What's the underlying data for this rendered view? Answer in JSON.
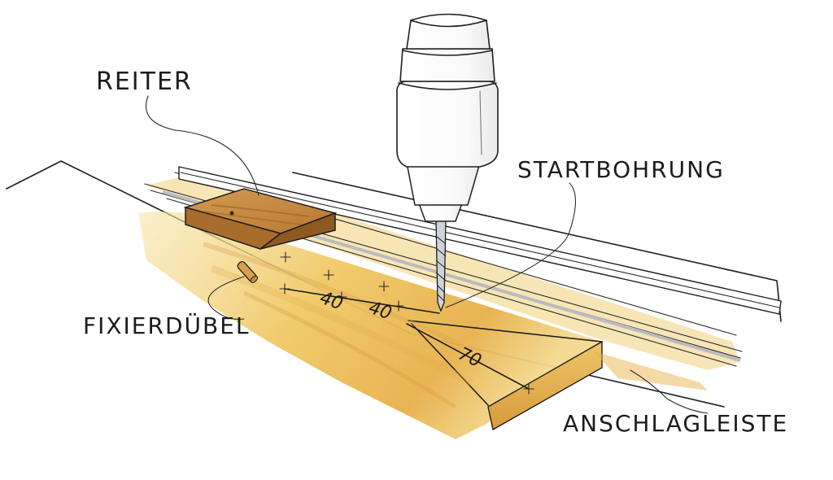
{
  "labels": {
    "reiter": "REITER",
    "startbohrung": "STARTBOHRUNG",
    "fixierduebel": "FIXIERDÜBEL",
    "anschlagleiste": "ANSCHLAGLEISTE"
  },
  "dimensions": [
    "40",
    "40",
    "70"
  ],
  "colors": {
    "wood_light": "#f3d98f",
    "wood_mid": "#e8b64a",
    "wood_dark": "#c98b2c",
    "block_top": "#c7893d",
    "block_side": "#8e5a22",
    "rail_grey": "#b9bcc0",
    "ink": "#1e1e1e"
  }
}
